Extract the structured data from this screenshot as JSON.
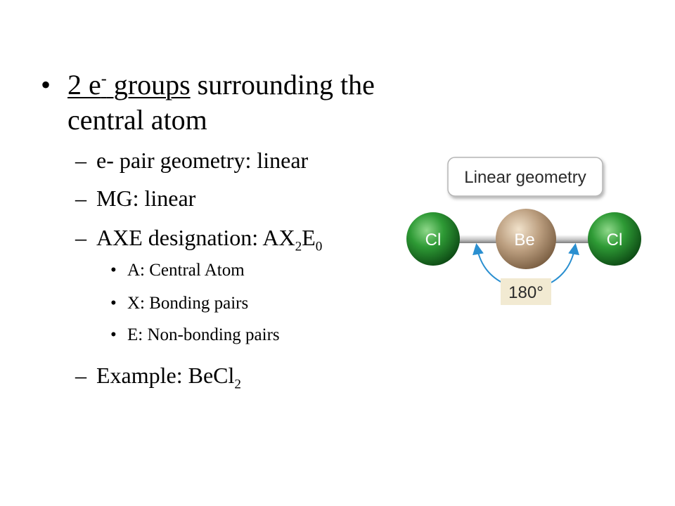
{
  "main_bullet": {
    "glyph": "•",
    "part1": "2 e",
    "sup": "-",
    "part2": " groups",
    "part3": " surrounding the central atom"
  },
  "items": {
    "ep_geometry": "e- pair geometry: linear",
    "mg": "MG: linear",
    "axe_prefix": "AXE designation: AX",
    "axe_sub1": "2",
    "axe_mid": "E",
    "axe_sub2": "0",
    "example_prefix": "Example: BeCl",
    "example_sub": "2",
    "dash": "–"
  },
  "subitems": {
    "dot": "•",
    "a": "A: Central Atom",
    "x": "X: Bonding pairs",
    "e": "E: Non-bonding pairs"
  },
  "diagram": {
    "title": "Linear geometry",
    "left_atom": "Cl",
    "center_atom": "Be",
    "right_atom": "Cl",
    "angle": "180°",
    "colors": {
      "chlorine": "#2e8b2e",
      "beryllium": "#b59a78",
      "angle_arrow": "#2a8fd0",
      "angle_box": "#f2ead2"
    }
  }
}
